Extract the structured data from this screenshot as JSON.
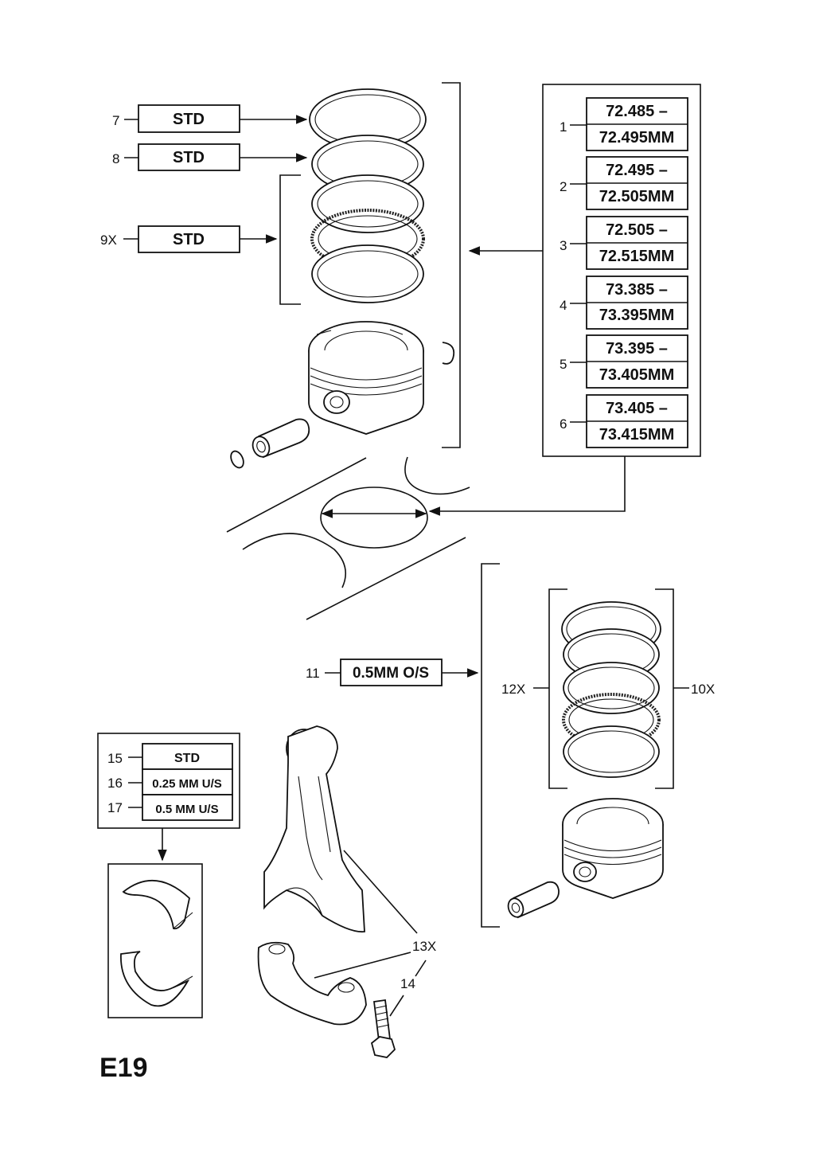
{
  "diagram_code": "E19",
  "callouts": {
    "c1": "1",
    "c2": "2",
    "c3": "3",
    "c4": "4",
    "c5": "5",
    "c6": "6",
    "c7": "7",
    "c8": "8",
    "c9": "9X",
    "c10": "10X",
    "c11": "11",
    "c12": "12X",
    "c13": "13X",
    "c14": "14",
    "c15": "15",
    "c16": "16",
    "c17": "17"
  },
  "ring_labels": {
    "ring7": "STD",
    "ring8": "STD",
    "ring9": "STD",
    "oversize11": "0.5MM O/S"
  },
  "bore_sizes": [
    {
      "from": "72.485 –",
      "to": "72.495MM"
    },
    {
      "from": "72.495 –",
      "to": "72.505MM"
    },
    {
      "from": "72.505 –",
      "to": "72.515MM"
    },
    {
      "from": "73.385 –",
      "to": "73.395MM"
    },
    {
      "from": "73.395 –",
      "to": "73.405MM"
    },
    {
      "from": "73.405 –",
      "to": "73.415MM"
    }
  ],
  "bearing_sizes": {
    "b15": "STD",
    "b16": "0.25 MM U/S",
    "b17": "0.5 MM U/S"
  }
}
